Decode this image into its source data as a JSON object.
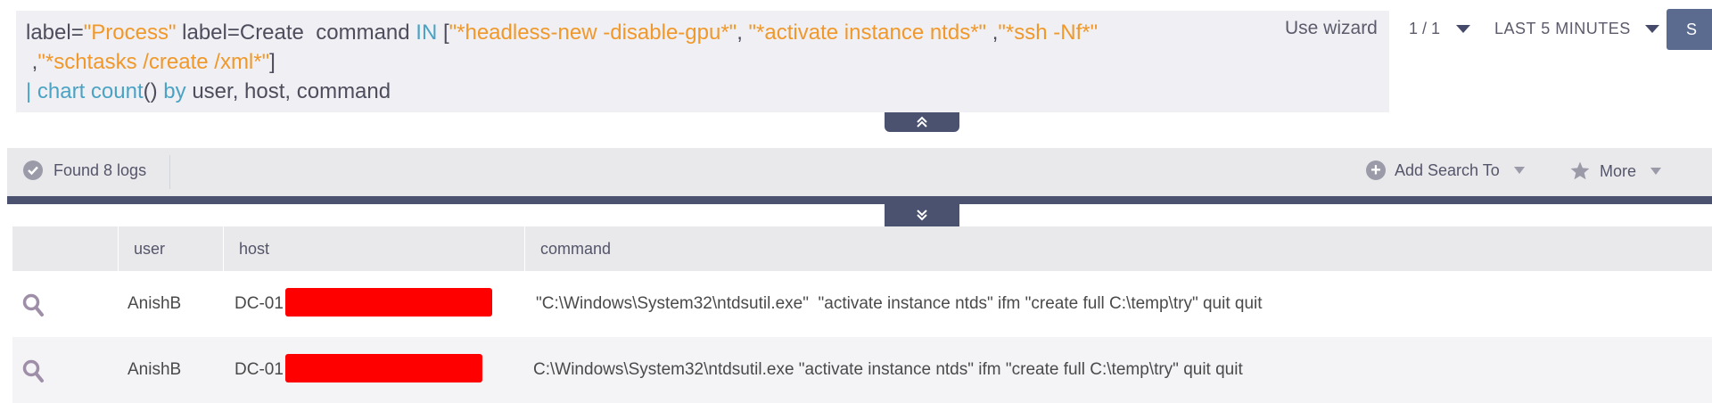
{
  "query": {
    "line1": {
      "p1": "label=",
      "p2": "\"Process\"",
      "p3": " label=Create  command ",
      "p4": "IN",
      "p5": " [",
      "p6": "\"*headless-new -disable-gpu*\"",
      "p7": ", ",
      "p8": "\"*activate instance ntds*\"",
      "p9": " ,",
      "p10": "\"*ssh -Nf*\""
    },
    "line2": {
      "p1": " ,",
      "p2": "\"*schtasks /create /xml*\"",
      "p3": "]"
    },
    "line3": {
      "p1": "| ",
      "p2": "chart count",
      "p3": "() ",
      "p4": "by",
      "p5": " user, host, command"
    }
  },
  "header": {
    "wizard_label": "Use wizard",
    "page_indicator": "1 / 1",
    "time_range": "LAST 5 MINUTES",
    "search_button_label": "S"
  },
  "toolbar": {
    "found_label": "Found 8 logs",
    "add_search_label": "Add Search To",
    "more_label": "More"
  },
  "table": {
    "columns": [
      "user",
      "host",
      "command"
    ],
    "rows": [
      {
        "user": "AnishB",
        "host": "DC-01",
        "command": "\"C:\\Windows\\System32\\ntdsutil.exe\"  \"activate instance ntds\" ifm \"create full C:\\temp\\try\" quit quit"
      },
      {
        "user": "AnishB",
        "host": "DC-01",
        "command": "C:\\Windows\\System32\\ntdsutil.exe \"activate instance ntds\" ifm \"create full C:\\temp\\try\" quit quit"
      }
    ]
  },
  "colors": {
    "keyword": "#4aa3c4",
    "string": "#f0982a",
    "accent": "#4a5270",
    "redaction": "#ff0000"
  }
}
